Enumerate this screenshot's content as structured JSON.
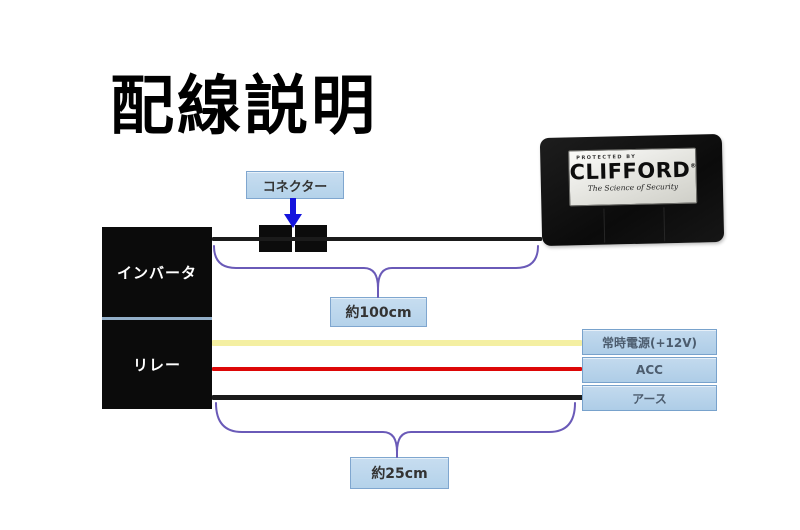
{
  "title": "配線説明",
  "device": {
    "protected_by": "PROTECTED BY",
    "brand": "CLIFFORD",
    "trademark": "®",
    "tagline": "The Science of Security"
  },
  "connector": {
    "label": "コネクター"
  },
  "units": {
    "inverter": "インバータ",
    "relay": "リレー"
  },
  "measurements": {
    "top_wire_length": "約100cm",
    "bottom_wires_length": "約25cm"
  },
  "wires": [
    {
      "name": "constant-power",
      "label": "常時電源(+12V)",
      "color": "#f4efa2"
    },
    {
      "name": "acc",
      "label": "ACC",
      "color": "#dd0707"
    },
    {
      "name": "ground",
      "label": "アース",
      "color": "#1b1b1b"
    }
  ],
  "colors": {
    "top_wire": "#1b1b1b",
    "callout_fill": "#b9d5ec",
    "callout_border": "#7fa6cf",
    "brace": "#6a5ab8",
    "arrow": "#1414dd",
    "unit_box": "#0b0b0b",
    "background": "#ffffff"
  }
}
